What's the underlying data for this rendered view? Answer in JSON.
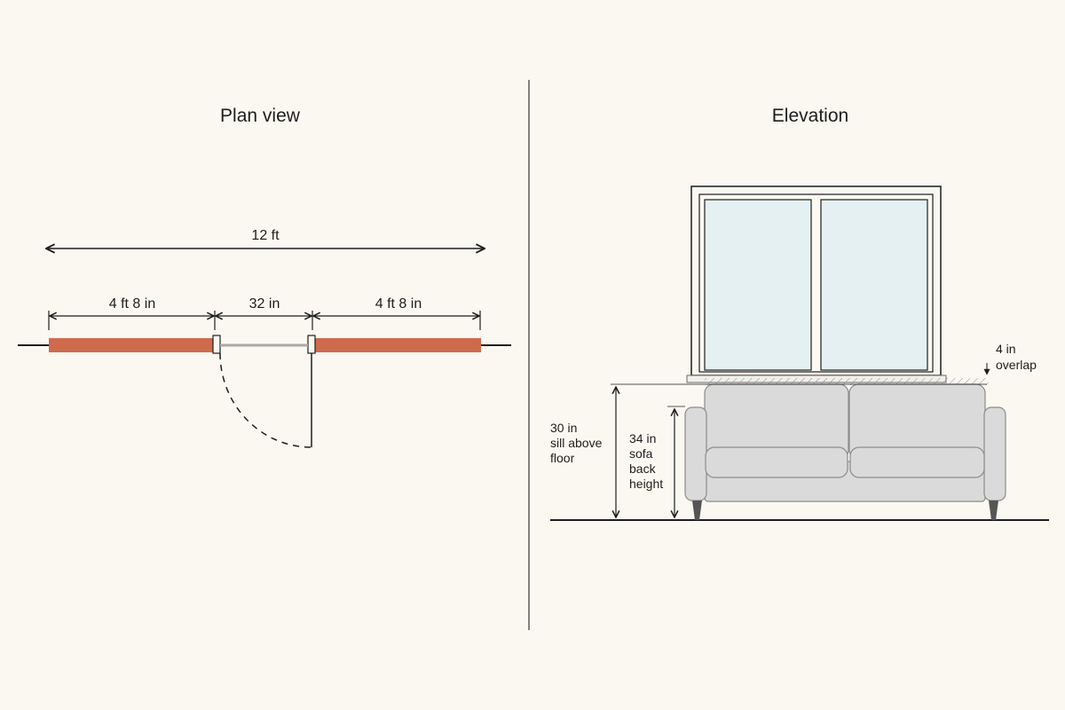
{
  "plan": {
    "title": "Plan view",
    "overall_dimension": "12 ft",
    "left_wall_dimension": "4 ft 8 in",
    "door_dimension": "32 in",
    "right_wall_dimension": "4 ft 8 in"
  },
  "elevation": {
    "title": "Elevation",
    "overlap_value": "4 in",
    "overlap_word": "overlap",
    "sill_lines": [
      "30 in",
      "sill above",
      "floor"
    ],
    "sofa_lines": [
      "34 in",
      "sofa",
      "back",
      "height"
    ]
  },
  "colors": {
    "background": "#fbf8f1",
    "wall": "#cf6a4c",
    "line": "#1e1e1e",
    "glass": "#e4f0f2",
    "sofa": "#dadada",
    "sofa_outline": "#8c8c8c",
    "divider": "#444444"
  }
}
